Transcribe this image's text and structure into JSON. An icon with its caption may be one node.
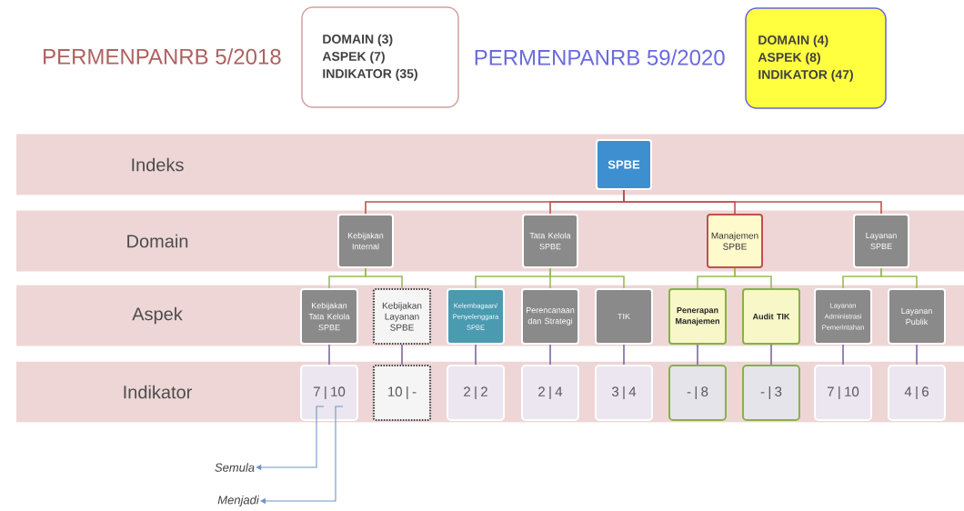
{
  "diagram": {
    "nodes": [
      {
        "text": [
          "DOMAIN (3)",
          "ASPEK (7)",
          "INDIKATOR (35)"
        ],
        "beside": [
          "PERMENPANRB 5/2018"
        ]
      },
      {
        "text": [
          "DOMAIN (4)",
          "ASPEK (8)",
          "INDIKATOR (47)"
        ],
        "beside": [
          "PERMENPANRB 59/2020"
        ]
      },
      {
        "text": [
          "Indeks"
        ]
      },
      {
        "text": [
          "SPBE"
        ],
        "in": 2
      },
      {
        "text": [
          "Domain"
        ]
      },
      {
        "text": [
          "Kebijakan Internal"
        ],
        "in": 4
      },
      {
        "text": [
          "Tata Kelola SPBE"
        ],
        "in": 4
      },
      {
        "text": [
          "Manajemen SPBE"
        ],
        "in": 4
      },
      {
        "text": [
          "Layanan SPBE"
        ],
        "in": 4
      },
      {
        "text": [
          "Aspek"
        ]
      },
      {
        "text": [
          "Kebijakan Tata Kelola SPBE"
        ],
        "in": 9
      },
      {
        "text": [
          "Kebijakan Layanan SPBE"
        ],
        "in": 9
      },
      {
        "text": [
          "Kelembagaan/ Penyelenggara SPBE"
        ],
        "in": 9
      },
      {
        "text": [
          "Perencanaan dan Strategi"
        ],
        "in": 9
      },
      {
        "text": [
          "TIK"
        ],
        "in": 9
      },
      {
        "text": [
          "Penerapan Manajemen"
        ],
        "in": 9
      },
      {
        "text": [
          "Audit TIK"
        ],
        "in": 9
      },
      {
        "text": [
          "Layanan Administrasi Pemerintahan"
        ],
        "in": 9
      },
      {
        "text": [
          "Layanan Publik"
        ],
        "in": 9
      },
      {
        "text": [
          "Indikator"
        ]
      },
      {
        "text": [
          "7 | 10"
        ],
        "in": 19
      },
      {
        "text": [
          "10 | -"
        ],
        "in": 19
      },
      {
        "text": [
          "2 | 2"
        ],
        "in": 19
      },
      {
        "text": [
          "2 | 4"
        ],
        "in": 19
      },
      {
        "text": [
          "3 | 4"
        ],
        "in": 19
      },
      {
        "text": [
          "- | 8"
        ],
        "in": 19
      },
      {
        "text": [
          "- | 3"
        ],
        "in": 19
      },
      {
        "text": [
          "7 | 10"
        ],
        "in": 19
      },
      {
        "text": [
          "4 | 6"
        ],
        "in": 19
      },
      {
        "text": [
          "Semula"
        ]
      },
      {
        "text": [
          "Menjadi"
        ]
      }
    ],
    "edges": [
      {
        "from": 3,
        "to": 5,
        "arrow": "none",
        "color": "#c0504d"
      },
      {
        "from": 3,
        "to": 6,
        "arrow": "none",
        "color": "#c0504d"
      },
      {
        "from": 3,
        "to": 7,
        "arrow": "none",
        "color": "#c0504d"
      },
      {
        "from": 3,
        "to": 8,
        "arrow": "none",
        "color": "#c0504d"
      },
      {
        "from": 5,
        "to": 10,
        "arrow": "none",
        "color": "#9bbb59"
      },
      {
        "from": 5,
        "to": 11,
        "arrow": "none",
        "color": "#9bbb59"
      },
      {
        "from": 6,
        "to": 12,
        "arrow": "none",
        "color": "#9bbb59"
      },
      {
        "from": 6,
        "to": 13,
        "arrow": "none",
        "color": "#9bbb59"
      },
      {
        "from": 6,
        "to": 14,
        "arrow": "none",
        "color": "#9bbb59"
      },
      {
        "from": 7,
        "to": 15,
        "arrow": "none",
        "color": "#9bbb59"
      },
      {
        "from": 7,
        "to": 16,
        "arrow": "none",
        "color": "#9bbb59"
      },
      {
        "from": 8,
        "to": 17,
        "arrow": "none",
        "color": "#9bbb59"
      },
      {
        "from": 8,
        "to": 18,
        "arrow": "none",
        "color": "#9bbb59"
      },
      {
        "from": 10,
        "to": 20,
        "arrow": "none",
        "color": "#8064a2"
      },
      {
        "from": 11,
        "to": 21,
        "arrow": "none",
        "color": "#8064a2"
      },
      {
        "from": 12,
        "to": 22,
        "arrow": "none",
        "color": "#8064a2"
      },
      {
        "from": 13,
        "to": 23,
        "arrow": "none",
        "color": "#8064a2"
      },
      {
        "from": 14,
        "to": 24,
        "arrow": "none",
        "color": "#8064a2"
      },
      {
        "from": 15,
        "to": 25,
        "arrow": "none",
        "color": "#8064a2"
      },
      {
        "from": 16,
        "to": 26,
        "arrow": "none",
        "color": "#8064a2"
      },
      {
        "from": 17,
        "to": 27,
        "arrow": "none",
        "color": "#8064a2"
      },
      {
        "from": 18,
        "to": 28,
        "arrow": "none",
        "color": "#8064a2"
      },
      {
        "from": 20,
        "to": 29,
        "arrow": "to",
        "color": "#6f94c8"
      },
      {
        "from": 20,
        "to": 30,
        "arrow": "to",
        "color": "#6f94c8"
      }
    ]
  }
}
